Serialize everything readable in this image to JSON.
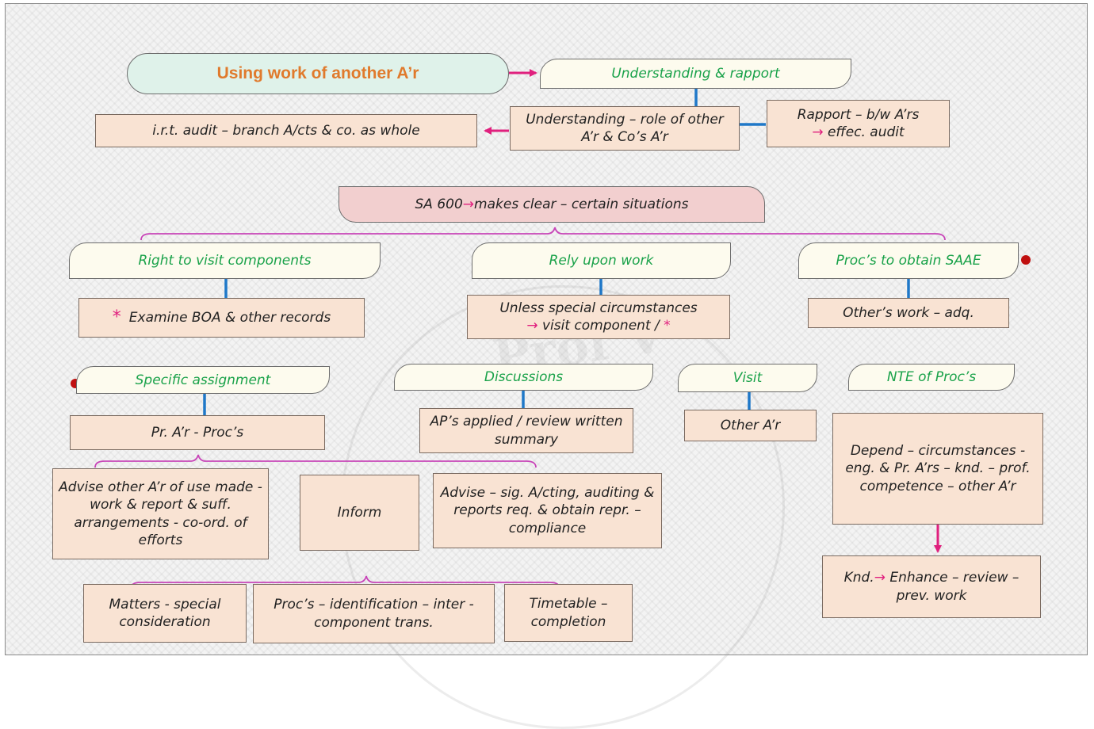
{
  "diagram": {
    "title": "Using work of another A’r",
    "understanding_header": "Understanding & rapport",
    "understanding_role": "Understanding – role of other A’r & Co’s A’r",
    "rapport": "Rapport – b/w A’rs",
    "rapport_2": "effec. audit",
    "irt_audit": "i.r.t. audit – branch A/cts & co. as whole",
    "sa600_a": "SA 600",
    "sa600_b": " makes clear – certain situations",
    "right_to_visit": "Right to visit components",
    "examine_star": "*",
    "examine": "Examine BOA & other records",
    "rely_upon": "Rely upon work",
    "unless_1": "Unless special circumstances",
    "unless_2": " visit component / ",
    "unless_star": "*",
    "procs_saae": "Proc’s to obtain SAAE",
    "others_work": "Other’s work – adq.",
    "specific_assignment": "Specific assignment",
    "pr_ar_procs": "Pr. A’r - Proc’s",
    "discussions": "Discussions",
    "aps_applied": "AP’s applied / review written summary",
    "visit": "Visit",
    "other_ar": "Other A’r",
    "nte_procs": "NTE of Proc’s",
    "depend": "Depend – circumstances - eng. & Pr. A’rs – knd. – prof. competence – other A’r",
    "knd_a": "Knd.",
    "knd_b": " Enhance – review – prev. work",
    "advise_other": "Advise other A’r of use made - work & report & suff. arrangements - co-ord. of efforts",
    "inform": "Inform",
    "advise_sig": "Advise – sig. A/cting, auditing & reports req. & obtain repr. – compliance",
    "matters": "Matters - special consideration",
    "procs_identification": "Proc’s – identification – inter - component trans.",
    "timetable": "Timetable – completion",
    "arrow_glyph": "→"
  },
  "colors": {
    "header_text": "#1aa24a",
    "title_text": "#e07a2c",
    "arrow": "#e0207e",
    "connector": "#1f78c8",
    "bracket": "#c845b8",
    "box_fill": "#f9e3d3",
    "dot": "#c01010"
  }
}
